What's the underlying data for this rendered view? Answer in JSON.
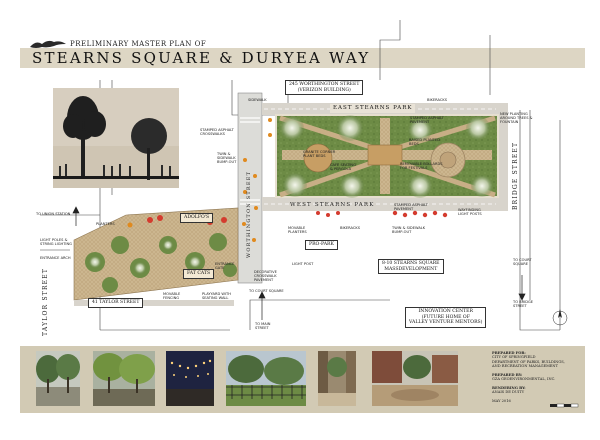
{
  "title": {
    "small": "PRELIMINARY MASTER PLAN OF",
    "main": "STEARNS SQUARE & DURYEA WAY"
  },
  "boxes": {
    "worthington": [
      "245 WORTHINGTON STREET",
      "(VERIZON BUILDING)"
    ],
    "east_park": "EAST STEARNS PARK",
    "pro_park": "PRO-PARK",
    "stearns_square": [
      "8-10 STEARNS SQUARE",
      "MASSDEVELOPMENT"
    ],
    "innovation": [
      "INNOVATION CENTER",
      "(FUTURE HOME OF",
      "VALLEY VENTURE MENTORS)"
    ],
    "taylor": "41 TAYLOR STREET",
    "adolfos": "ADOLFO'S",
    "fat_cats": "FAT CATS"
  },
  "streets": {
    "west_park": "WEST STEARNS PARK",
    "worthington_street": "WORTHINGTON STREET",
    "bridge_street": "BRIDGE STREET",
    "taylor_street": "TAYLOR STREET"
  },
  "annotations": {
    "sidewalk": "SIDEWALK",
    "bikeracks_top": "BIKERACKS",
    "bikeracks_mid": "BIKERACKS",
    "new_planting": [
      "NEW PLANTING",
      "AROUND TREES &",
      "FOUNTAIN"
    ],
    "stamped_asphalt_top": [
      "STAMPED ASPHALT",
      "PAVEMENT"
    ],
    "stamped_asphalt_left": [
      "STAMPED ASPHALT",
      "CROSSWALKS"
    ],
    "raised_planted": [
      "RAISED PLANTED",
      "BEDS"
    ],
    "granite_corner": [
      "GRANITE CORNER",
      "PLANT BEDS"
    ],
    "cafe_seating": [
      "CAFE SEATING",
      "& PERGOLA"
    ],
    "removable_bollards": [
      "REMOVABLE BOLLARDS",
      "FOR FESTIVALS"
    ],
    "twin_sidewalk": [
      "TWIN &",
      "SIDEWALK",
      "BUMP-OUT"
    ],
    "stamped_pavement_mid": [
      "STAMPED ASPHALT",
      "PAVEMENT"
    ],
    "movable_planters": [
      "MOVABLE",
      "PLANTERS"
    ],
    "twin_sidewalk_mid": [
      "TWIN & SIDEWALK",
      "BUMP-OUT"
    ],
    "wayfinding": [
      "WAYFINDING",
      "LIGHT POSTS"
    ],
    "planters": "PLANTERS",
    "entrance_gate": [
      "ENTRANCE",
      "GATE"
    ],
    "light_poles": [
      "LIGHT POLES &",
      "STRING LIGHTING"
    ],
    "entrance_arch": "ENTRANCE ARCH",
    "to_intermodal": "TO UNION STATION",
    "movable_fencing": [
      "MOVABLE",
      "FENCING"
    ],
    "playyard": [
      "PLAYYARD WITH",
      "SEATING WALL"
    ],
    "decorative_crosswalk": [
      "DECORATIVE",
      "CROSSWALK",
      "PAVEMENT"
    ],
    "light_post": "LIGHT POST",
    "arrow_main": [
      "TO MAIN",
      "STREET"
    ],
    "arrow_bridge": [
      "TO BRIDGE",
      "STREET"
    ],
    "arrow_court": [
      "TO COURT",
      "SQUARE"
    ],
    "arrow_court_bottom": [
      "TO COURT SQUARE"
    ]
  },
  "credits": {
    "prepared_for_label": "PREPARED FOR:",
    "prepared_for": [
      "CITY OF SPRINGFIELD",
      "DEPARTMENT OF PARKS, BUILDINGS,",
      "AND RECREATION MANAGEMENT"
    ],
    "prepared_by_label": "PREPARED BY:",
    "prepared_by": "GZA GEOENVIRONMENTAL, INC.",
    "rendering_label": "RENDERING BY:",
    "rendering_by": "ANAIS DE DUITY",
    "date": "MAY 2016"
  },
  "colors": {
    "paper": "#ffffff",
    "title_band": "#ddd6c4",
    "bottom_band": "#d2cab4",
    "lawn": "#6d8b45",
    "lawn_dark": "#4d6b30",
    "path": "#b89a72",
    "plaza": "#c9a56e",
    "curb": "#e8e2d6",
    "road": "#d8d8d8",
    "flower_red": "#d43b2e",
    "flower_orange": "#e08a1e",
    "street_line": "#333333"
  }
}
